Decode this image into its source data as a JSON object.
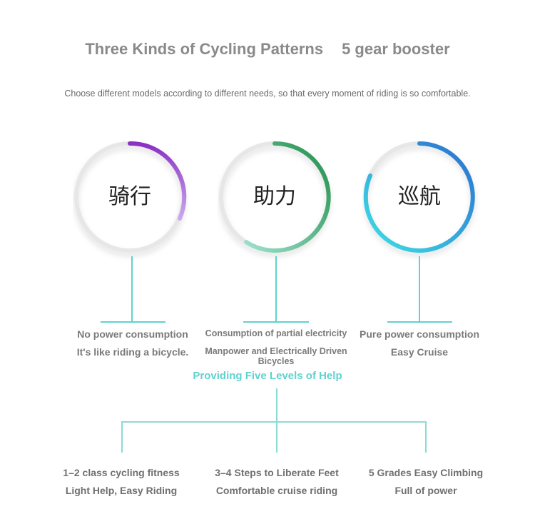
{
  "header": {
    "title": "Three Kinds of Cycling Patterns",
    "title_suffix": "5 gear booster",
    "subtitle": "Choose different models according to different needs, so that every moment of riding is so comfortable."
  },
  "modes": [
    {
      "name": "骑行",
      "line1": "No power consumption",
      "line2": "It's like riding a bicycle.",
      "accent": "#9b59d6"
    },
    {
      "name": "助力",
      "line1": "Consumption of partial electricity",
      "line2": "Manpower and Electrically Driven Bicycles",
      "accent": "#2e9e57"
    },
    {
      "name": "巡航",
      "line1": "Pure power consumption",
      "line2": "Easy Cruise",
      "accent": "#2f7fd4"
    }
  ],
  "levels_heading": "Providing Five Levels of Help",
  "levels": [
    {
      "line1": "1–2 class cycling fitness",
      "line2": "Light Help, Easy Riding"
    },
    {
      "line1": "3–4 Steps to Liberate Feet",
      "line2": "Comfortable cruise riding"
    },
    {
      "line1": "5 Grades Easy Climbing",
      "line2": "Full of power"
    }
  ],
  "colors": {
    "line": "#5fd2ce",
    "text": "#7a7a7a",
    "ring_base": "#e6e6e6"
  }
}
